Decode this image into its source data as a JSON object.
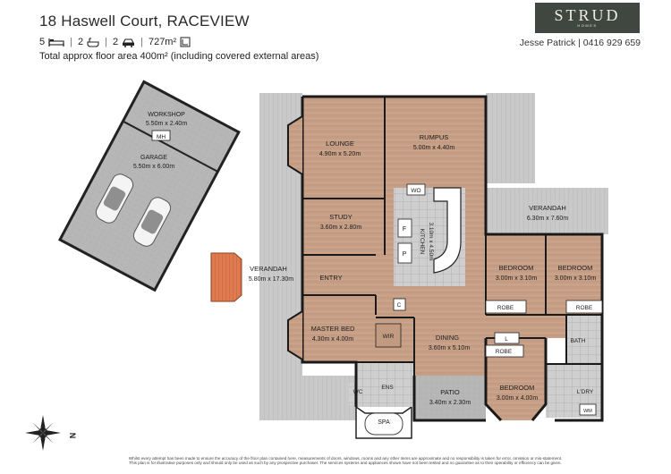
{
  "header": {
    "address": "18 Haswell Court, RACEVIEW",
    "stats": {
      "bedrooms": "5",
      "bathrooms": "2",
      "cars": "2",
      "land": "727m²"
    },
    "total_area": "Total approx floor area 400m² (including covered external areas)"
  },
  "branding": {
    "logo": "STRUD",
    "logo_sub": "HOMES",
    "agent": "Jesse Patrick | 0416 929 659"
  },
  "rooms": {
    "workshop": {
      "name": "WORKSHOP",
      "dims": "5.50m x 2.40m"
    },
    "garage": {
      "name": "GARAGE",
      "dims": "5.50m x 6.00m"
    },
    "mh": "MH",
    "lounge": {
      "name": "LOUNGE",
      "dims": "4.90m x 5.20m"
    },
    "rumpus": {
      "name": "RUMPUS",
      "dims": "5.00m x 4.40m"
    },
    "wo": "WO",
    "kitchen": {
      "name": "KITCHEN",
      "dims": "3.10m x 4.50m"
    },
    "fridge": "F",
    "pantry": "P",
    "study": {
      "name": "STUDY",
      "dims": "3.60m x 2.80m"
    },
    "verandah_east": {
      "name": "VERANDAH",
      "dims": "6.30m x 7.60m"
    },
    "verandah_west": {
      "name": "VERANDAH",
      "dims": "5.80m x 17.30m"
    },
    "entry": "ENTRY",
    "bedroom2": {
      "name": "BEDROOM",
      "dims": "3.00m x 3.10m"
    },
    "bedroom3": {
      "name": "BEDROOM",
      "dims": "3.00m x 3.10m"
    },
    "robe": "ROBE",
    "c": "C",
    "master": {
      "name": "MASTER BED",
      "dims": "4.30m x 4.00m"
    },
    "wir": "WIR",
    "dining": {
      "name": "DINING",
      "dims": "3.60m x 5.10m"
    },
    "linen": "L",
    "bath": "BATH",
    "ens": "ENS",
    "wc": "WC",
    "patio": {
      "name": "PATIO",
      "dims": "3.40m x 2.30m"
    },
    "bedroom4": {
      "name": "BEDROOM",
      "dims": "3.00m x 4.00m"
    },
    "ldry": "L'DRY",
    "wm": "WM",
    "spa": "SPA"
  },
  "compass": "N",
  "disclaimer": [
    "Whilst every attempt has been made to ensure the accuracy of the floor plan contained here, measurements of doors, windows, rooms and any other items are approximate and no responsibility is taken for error, omission or mis-statement.",
    "This plan is for illustrative purposes only and should only be used as such by any prospective purchaser. The services systems and appliances shown have not been tested and no guarantee as to their operability or efficiency can be given."
  ]
}
